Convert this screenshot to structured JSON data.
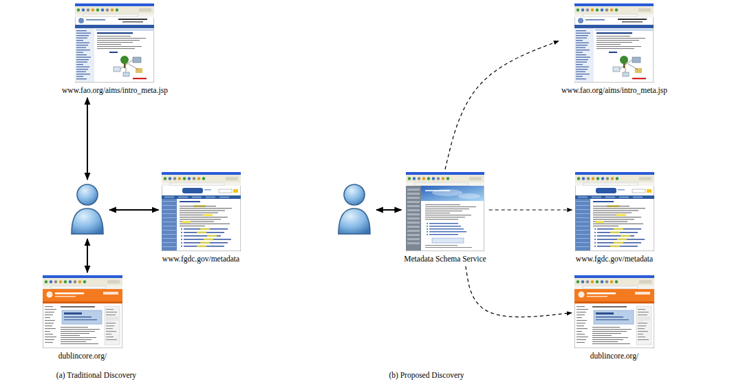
{
  "diagram": {
    "nodes": [
      {
        "text": [
          "www.fao.org/aims/intro_meta.jsp"
        ]
      },
      {
        "text": []
      },
      {
        "text": [
          "www.fgdc.gov/metadata"
        ]
      },
      {
        "text": [
          "dublincore.org/"
        ]
      },
      {
        "text": []
      },
      {
        "text": [
          "Metadata Schema Service"
        ]
      },
      {
        "text": [
          "www.fao.org/aims/intro_meta.jsp"
        ]
      },
      {
        "text": [
          "www.fgdc.gov/metadata"
        ]
      },
      {
        "text": [
          "dublincore.org/"
        ]
      }
    ],
    "edges": [
      {
        "from": 1,
        "to": 0,
        "arrow": "both"
      },
      {
        "from": 1,
        "to": 2,
        "arrow": "both"
      },
      {
        "from": 1,
        "to": 3,
        "arrow": "both"
      },
      {
        "from": 4,
        "to": 5,
        "arrow": "both"
      },
      {
        "from": 5,
        "to": 6,
        "arrow": "to"
      },
      {
        "from": 5,
        "to": 7,
        "arrow": "to"
      },
      {
        "from": 5,
        "to": 8,
        "arrow": "to"
      }
    ],
    "labels": [
      "(a) Traditional Discovery",
      "(b) Proposed Discovery"
    ]
  }
}
